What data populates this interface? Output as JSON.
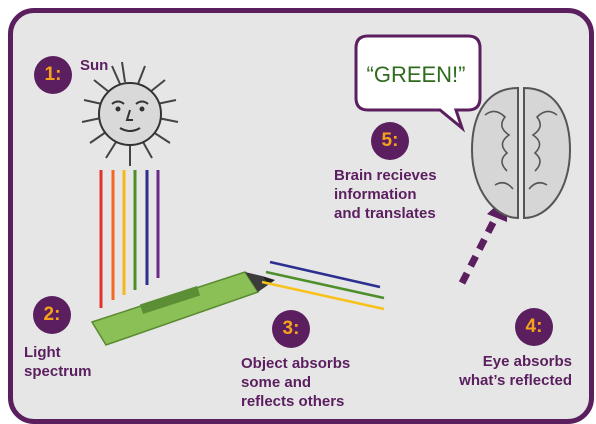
{
  "steps": [
    {
      "number": "1:",
      "label": "Sun"
    },
    {
      "number": "2:",
      "label_lines": [
        "Light",
        "spectrum"
      ]
    },
    {
      "number": "3:",
      "label_lines": [
        "Object absorbs",
        "some and",
        "reflects others"
      ]
    },
    {
      "number": "4:",
      "label_lines": [
        "Eye absorbs",
        "what’s reflected"
      ]
    },
    {
      "number": "5:",
      "label_lines": [
        "Brain recieves",
        "information",
        "and translates"
      ]
    }
  ],
  "speech_bubble": "“GREEN!”",
  "colors": {
    "frame": "#5b1f5f",
    "badge_text": "#f7a21b",
    "label_text": "#5b1f5f",
    "spectrum": [
      "#e0312b",
      "#f26a21",
      "#f7b81b",
      "#4e8f2b",
      "#2c2f8f",
      "#6a2a8a"
    ],
    "reflected": [
      "#2c2f8f",
      "#4e8f2b",
      "#f7c21b"
    ],
    "crayon": "#7ab04a"
  },
  "icons": [
    "sun-icon",
    "crayon-icon",
    "brain-icon",
    "speech-bubble-icon",
    "arrow-icon"
  ]
}
